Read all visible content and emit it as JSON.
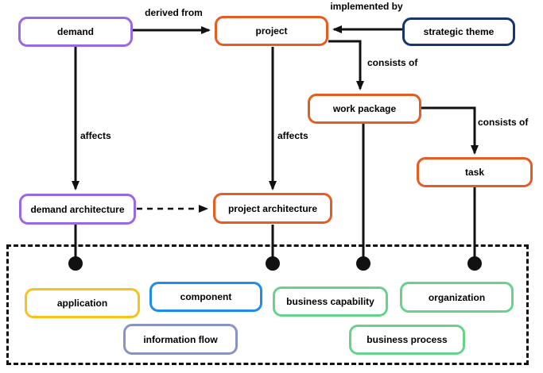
{
  "nodes": {
    "demand": {
      "label": "demand",
      "border_color": "#9a67e6"
    },
    "project": {
      "label": "project",
      "border_color": "#e65c23"
    },
    "strategic_theme": {
      "label": "strategic theme",
      "border_color": "#17356f"
    },
    "work_package": {
      "label": "work package",
      "border_color": "#e65c23"
    },
    "task": {
      "label": "task",
      "border_color": "#e65c23"
    },
    "demand_architecture": {
      "label": "demand architecture",
      "border_color": "#9a67e6"
    },
    "project_architecture": {
      "label": "project architecture",
      "border_color": "#e65c23"
    },
    "application": {
      "label": "application",
      "border_color": "#f8c21c"
    },
    "component": {
      "label": "component",
      "border_color": "#1e8cea"
    },
    "information_flow": {
      "label": "information flow",
      "border_color": "#8a93c6"
    },
    "business_capability": {
      "label": "business capability",
      "border_color": "#67d28c"
    },
    "organization": {
      "label": "organization",
      "border_color": "#67d28c"
    },
    "business_process": {
      "label": "business process",
      "border_color": "#67d28c"
    }
  },
  "edge_labels": {
    "derived_from": "derived from",
    "implemented_by": "implemented by",
    "consists_of_project": "consists of",
    "consists_of_work_package": "consists of",
    "affects_demand": "affects",
    "affects_project": "affects"
  },
  "colors": {
    "line": "#111111",
    "dot": "#111111",
    "background": "#ffffff"
  }
}
